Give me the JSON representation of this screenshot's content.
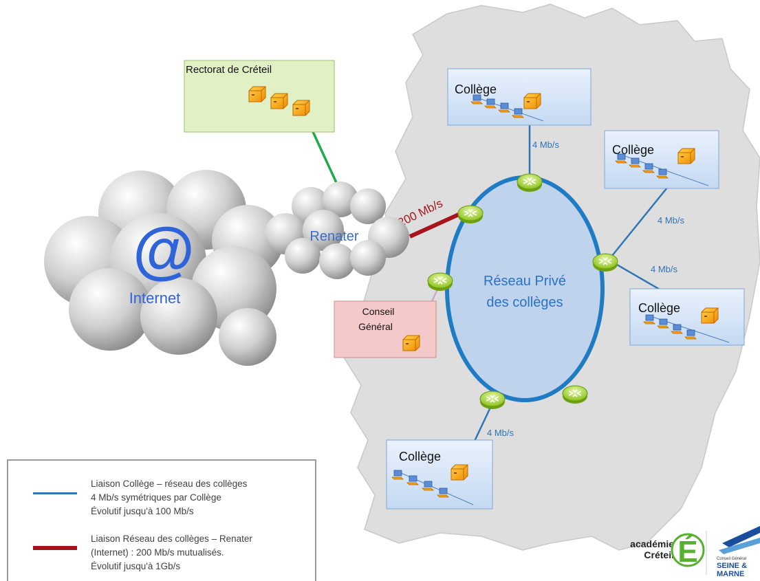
{
  "nodes": {
    "rectorat": "Rectorat de Créteil",
    "renater": "Renater",
    "internet_symbol": "@",
    "internet": "Internet",
    "conseil": "Conseil Général",
    "reseau_line1": "Réseau Privé",
    "reseau_line2": "des collèges",
    "college": "Collège"
  },
  "links": {
    "renater_speed": "200 Mb/s",
    "college_speed": "4 Mb/s"
  },
  "legend": {
    "blue_line1": "Liaison Collège – réseau des collèges",
    "blue_line2": "4 Mb/s symétriques par Collège",
    "blue_line3": "Évolutif  jusqu'à 100 Mb/s",
    "red_line1": "Liaison Réseau des collèges – Renater",
    "red_line2": "(Internet) : 200 Mb/s mutualisés.",
    "red_line3": "Évolutif  jusqu'à 1Gb/s"
  },
  "logos": {
    "academie_line1": "académie",
    "academie_line2": "Créteil",
    "academie_letter": "É",
    "cg_line1": "Conseil Général",
    "cg_line2": "SEINE &",
    "cg_line3": "MARNE"
  },
  "colors": {
    "college_link": "#2e75b6",
    "renater_link": "#a8141c",
    "rectorat_link": "#1faa4a",
    "ring": "#1e7bc4"
  }
}
